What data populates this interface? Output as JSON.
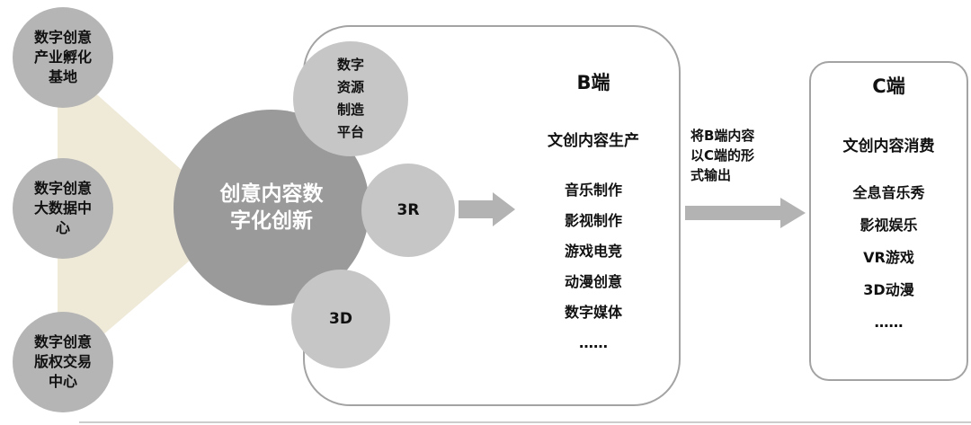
{
  "left_nodes": [
    {
      "label": "数字创意\n产业孵化\n基地"
    },
    {
      "label": "数字创意\n大数据中\n心"
    },
    {
      "label": "数字创意\n版权交易\n中心"
    }
  ],
  "center_node": {
    "label": "创意内容数\n字化创新"
  },
  "satellite_nodes": [
    {
      "label": "数字\n资源\n制造\n平台"
    },
    {
      "label": "3R"
    },
    {
      "label": "3D"
    }
  ],
  "b_panel": {
    "title": "B端",
    "subtitle": "文创内容生产",
    "items": [
      "音乐制作",
      "影视制作",
      "游戏电竞",
      "动漫创意",
      "数字媒体",
      "……"
    ]
  },
  "transfer_arrow": {
    "label": "将B端内容\n以C端的形\n式输出"
  },
  "c_panel": {
    "title": "C端",
    "subtitle": "文创内容消费",
    "items": [
      "全息音乐秀",
      "影视娱乐",
      "VR游戏",
      "3D动漫",
      "……"
    ]
  },
  "colors": {
    "left_node_fill": "#b5b5b5",
    "center_node_fill": "#9a9a9a",
    "satellite_fill": "#c6c6c6",
    "funnel_fill": "#efe9d8",
    "arrow_fill": "#b3b3b3",
    "panel_border": "#a3a3a3"
  }
}
